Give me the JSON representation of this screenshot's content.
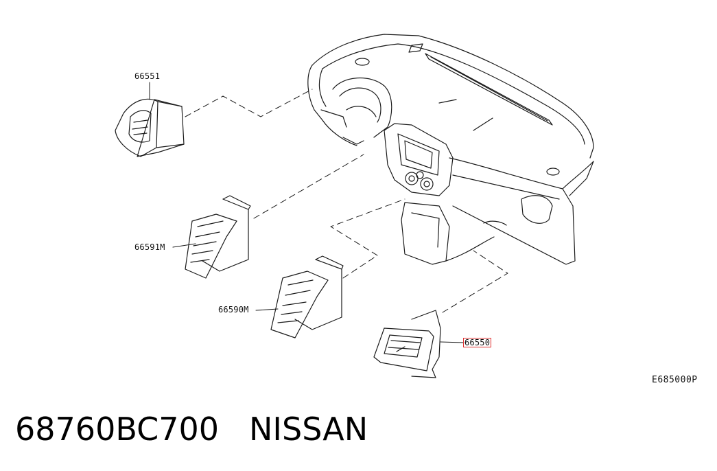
{
  "callouts": {
    "c66551": "66551",
    "c66591m": "66591M",
    "c66590m": "66590M",
    "c66550": "66550"
  },
  "drawing_code": "E685000P",
  "footer": {
    "part_number": "68760BC700",
    "brand": "NISSAN"
  },
  "colors": {
    "line": "#1a1a1a",
    "highlight": "#e03030"
  }
}
